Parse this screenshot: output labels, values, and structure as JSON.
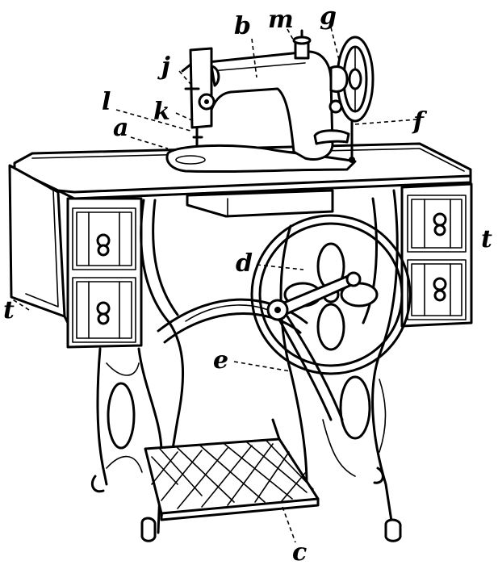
{
  "figure": {
    "subject": "treadle sewing machine",
    "ink_color": "#000000",
    "paper_color": "#ffffff"
  },
  "labels": {
    "a": "a",
    "b": "b",
    "c": "c",
    "d": "d",
    "e": "e",
    "f": "f",
    "g": "g",
    "j": "j",
    "k": "k",
    "l": "l",
    "m": "m",
    "t_right": "t",
    "t_left": "t"
  }
}
